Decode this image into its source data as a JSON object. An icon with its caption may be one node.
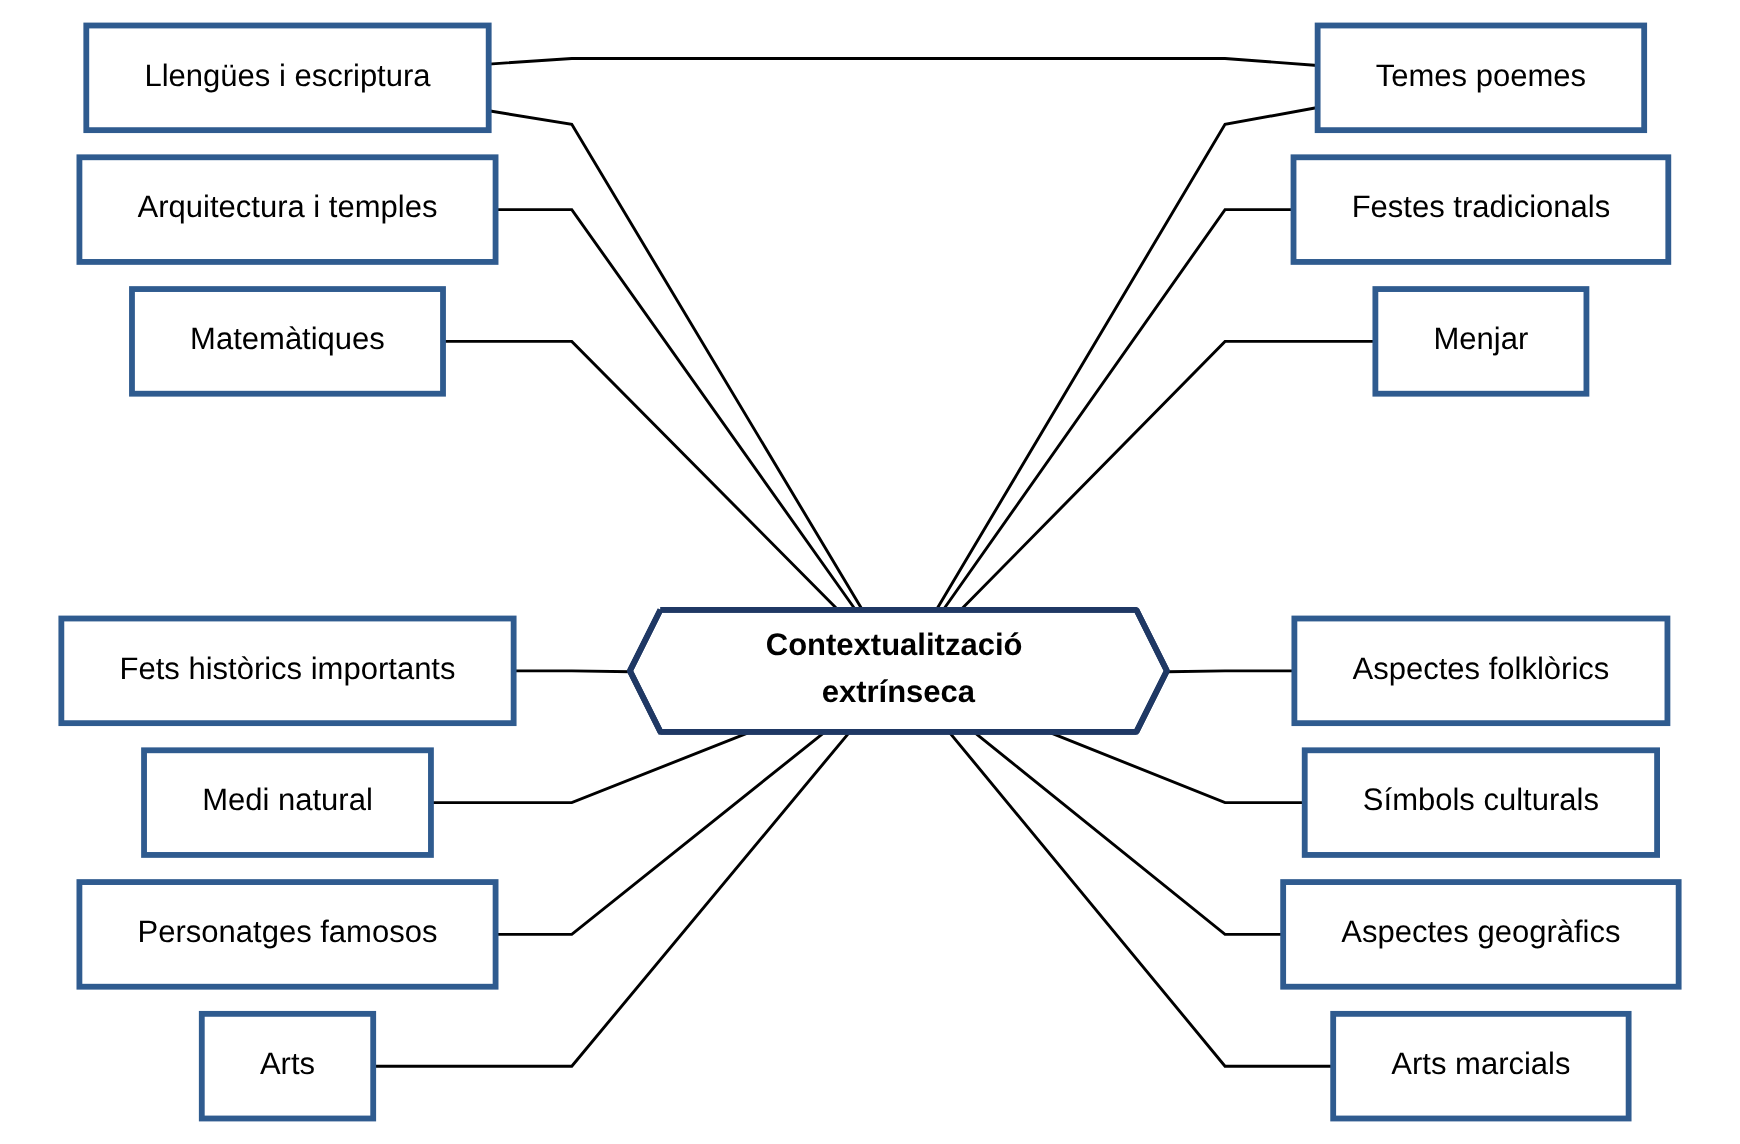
{
  "diagram": {
    "nodes": [
      {
        "text": [
          "Contextualització extrínseca"
        ]
      },
      {
        "text": [
          "Llengües i escriptura"
        ]
      },
      {
        "text": [
          "Arquitectura i temples"
        ]
      },
      {
        "text": [
          "Temes poemes"
        ]
      },
      {
        "text": [
          "Matemàtiques"
        ]
      },
      {
        "text": [
          "Festes tradicionals"
        ]
      },
      {
        "text": [
          "Fets històrics importants"
        ]
      },
      {
        "text": [
          "Menjar"
        ]
      },
      {
        "text": [
          "Medi natural"
        ]
      },
      {
        "text": [
          "Aspectes folklòrics"
        ]
      },
      {
        "text": [
          "Personatges famosos"
        ]
      },
      {
        "text": [
          "Símbols culturals"
        ]
      },
      {
        "text": [
          "Arts"
        ]
      },
      {
        "text": [
          "Aspectes geogràfics"
        ]
      },
      {
        "text": [
          "Arts marcials"
        ]
      }
    ],
    "edges": [
      {
        "from": 1,
        "to": 0,
        "arrow": "none"
      },
      {
        "from": 1,
        "to": 3,
        "arrow": "none"
      },
      {
        "from": 2,
        "to": 0,
        "arrow": "none"
      },
      {
        "from": 0,
        "to": 3,
        "arrow": "none"
      },
      {
        "from": 4,
        "to": 0,
        "arrow": "none"
      },
      {
        "from": 0,
        "to": 5,
        "arrow": "none"
      },
      {
        "from": 6,
        "to": 0,
        "arrow": "none"
      },
      {
        "from": 0,
        "to": 7,
        "arrow": "none"
      },
      {
        "from": 8,
        "to": 0,
        "arrow": "none"
      },
      {
        "from": 0,
        "to": 9,
        "arrow": "none"
      },
      {
        "from": 10,
        "to": 0,
        "arrow": "none"
      },
      {
        "from": 0,
        "to": 11,
        "arrow": "none"
      },
      {
        "from": 12,
        "to": 0,
        "arrow": "none"
      },
      {
        "from": 0,
        "to": 13,
        "arrow": "none"
      },
      {
        "from": 0,
        "to": 14,
        "arrow": "none"
      }
    ]
  }
}
